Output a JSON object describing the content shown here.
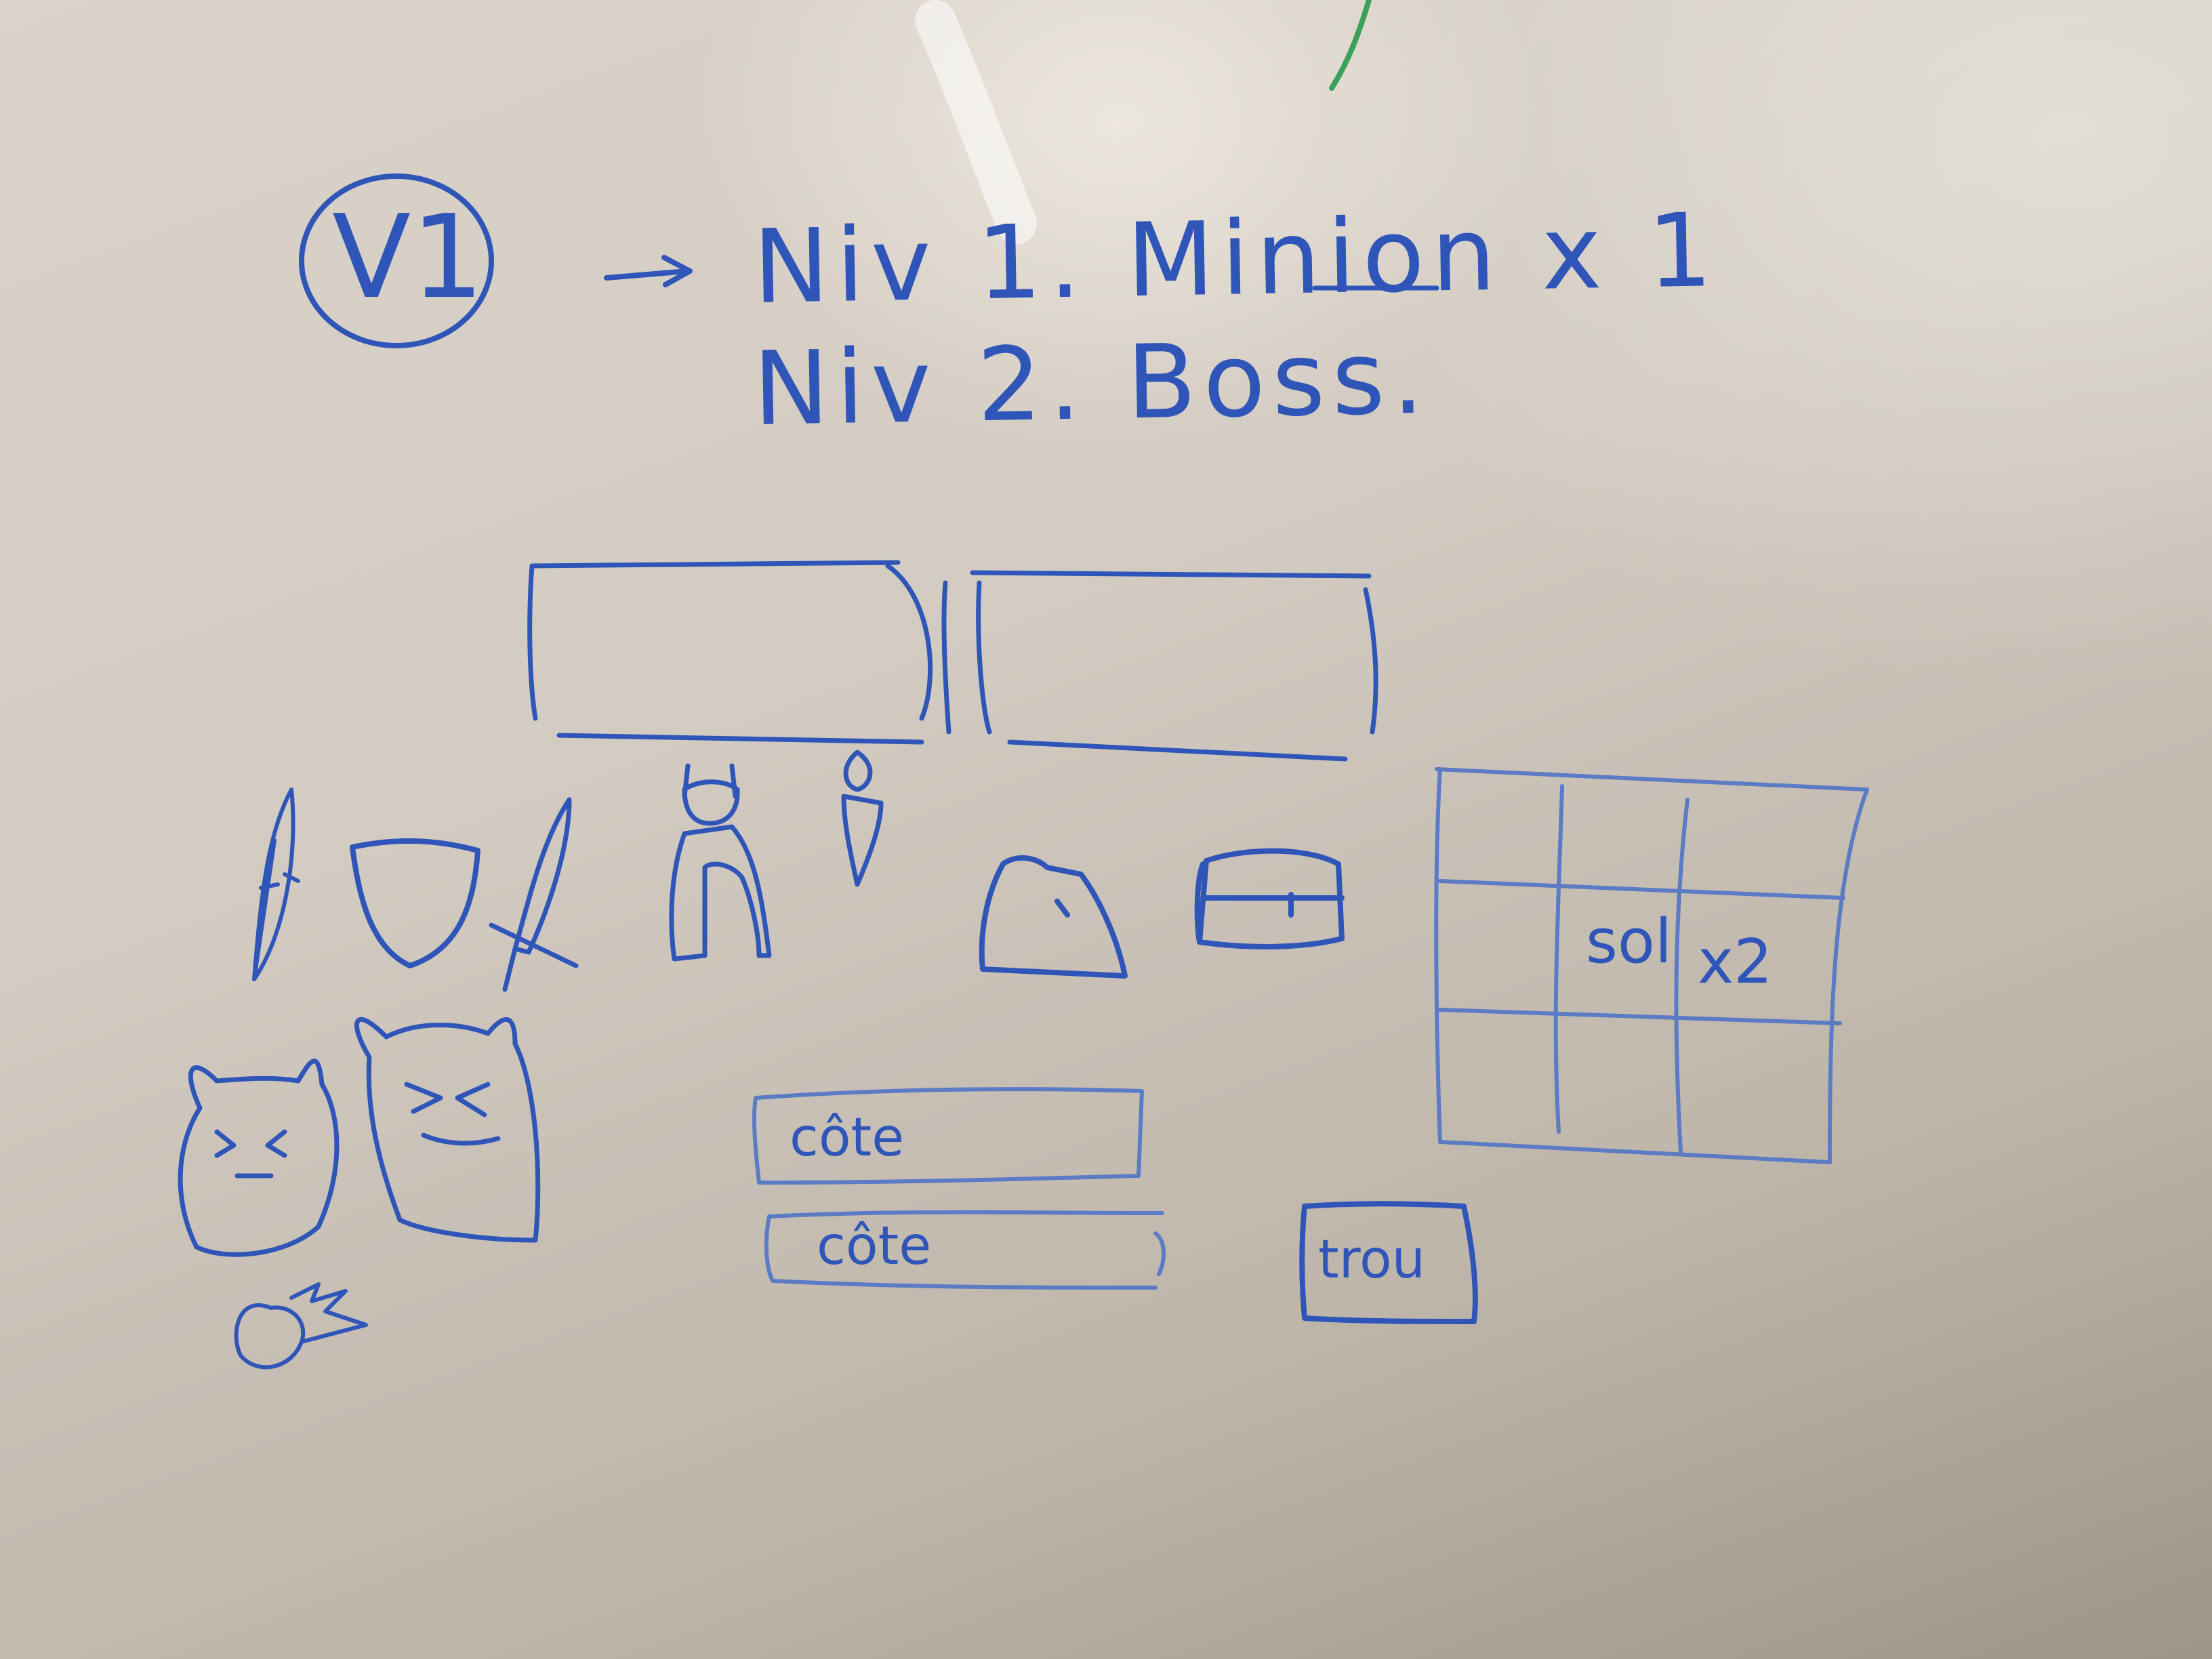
{
  "board": {
    "version_label": "V1",
    "line1": "Niv 1. Minion x 1",
    "line2": "Niv 2. Boss.",
    "floor_label": "sol",
    "floor_multiplier": "x2",
    "side_label_1": "côte",
    "side_label_2": "côte",
    "hole_label": "trou"
  },
  "icons": [
    "feather-icon",
    "shield-icon",
    "sword-icon",
    "horned-helmet-icon",
    "bag-icon",
    "rock-icon",
    "chest-icon",
    "small-monster-icon",
    "big-monster-icon",
    "fireball-icon"
  ],
  "colors": {
    "marker_blue": "#2f55b8",
    "marker_green": "#3aa05a",
    "board_light": "#d9d3ca",
    "board_shadow": "#9e9489"
  }
}
